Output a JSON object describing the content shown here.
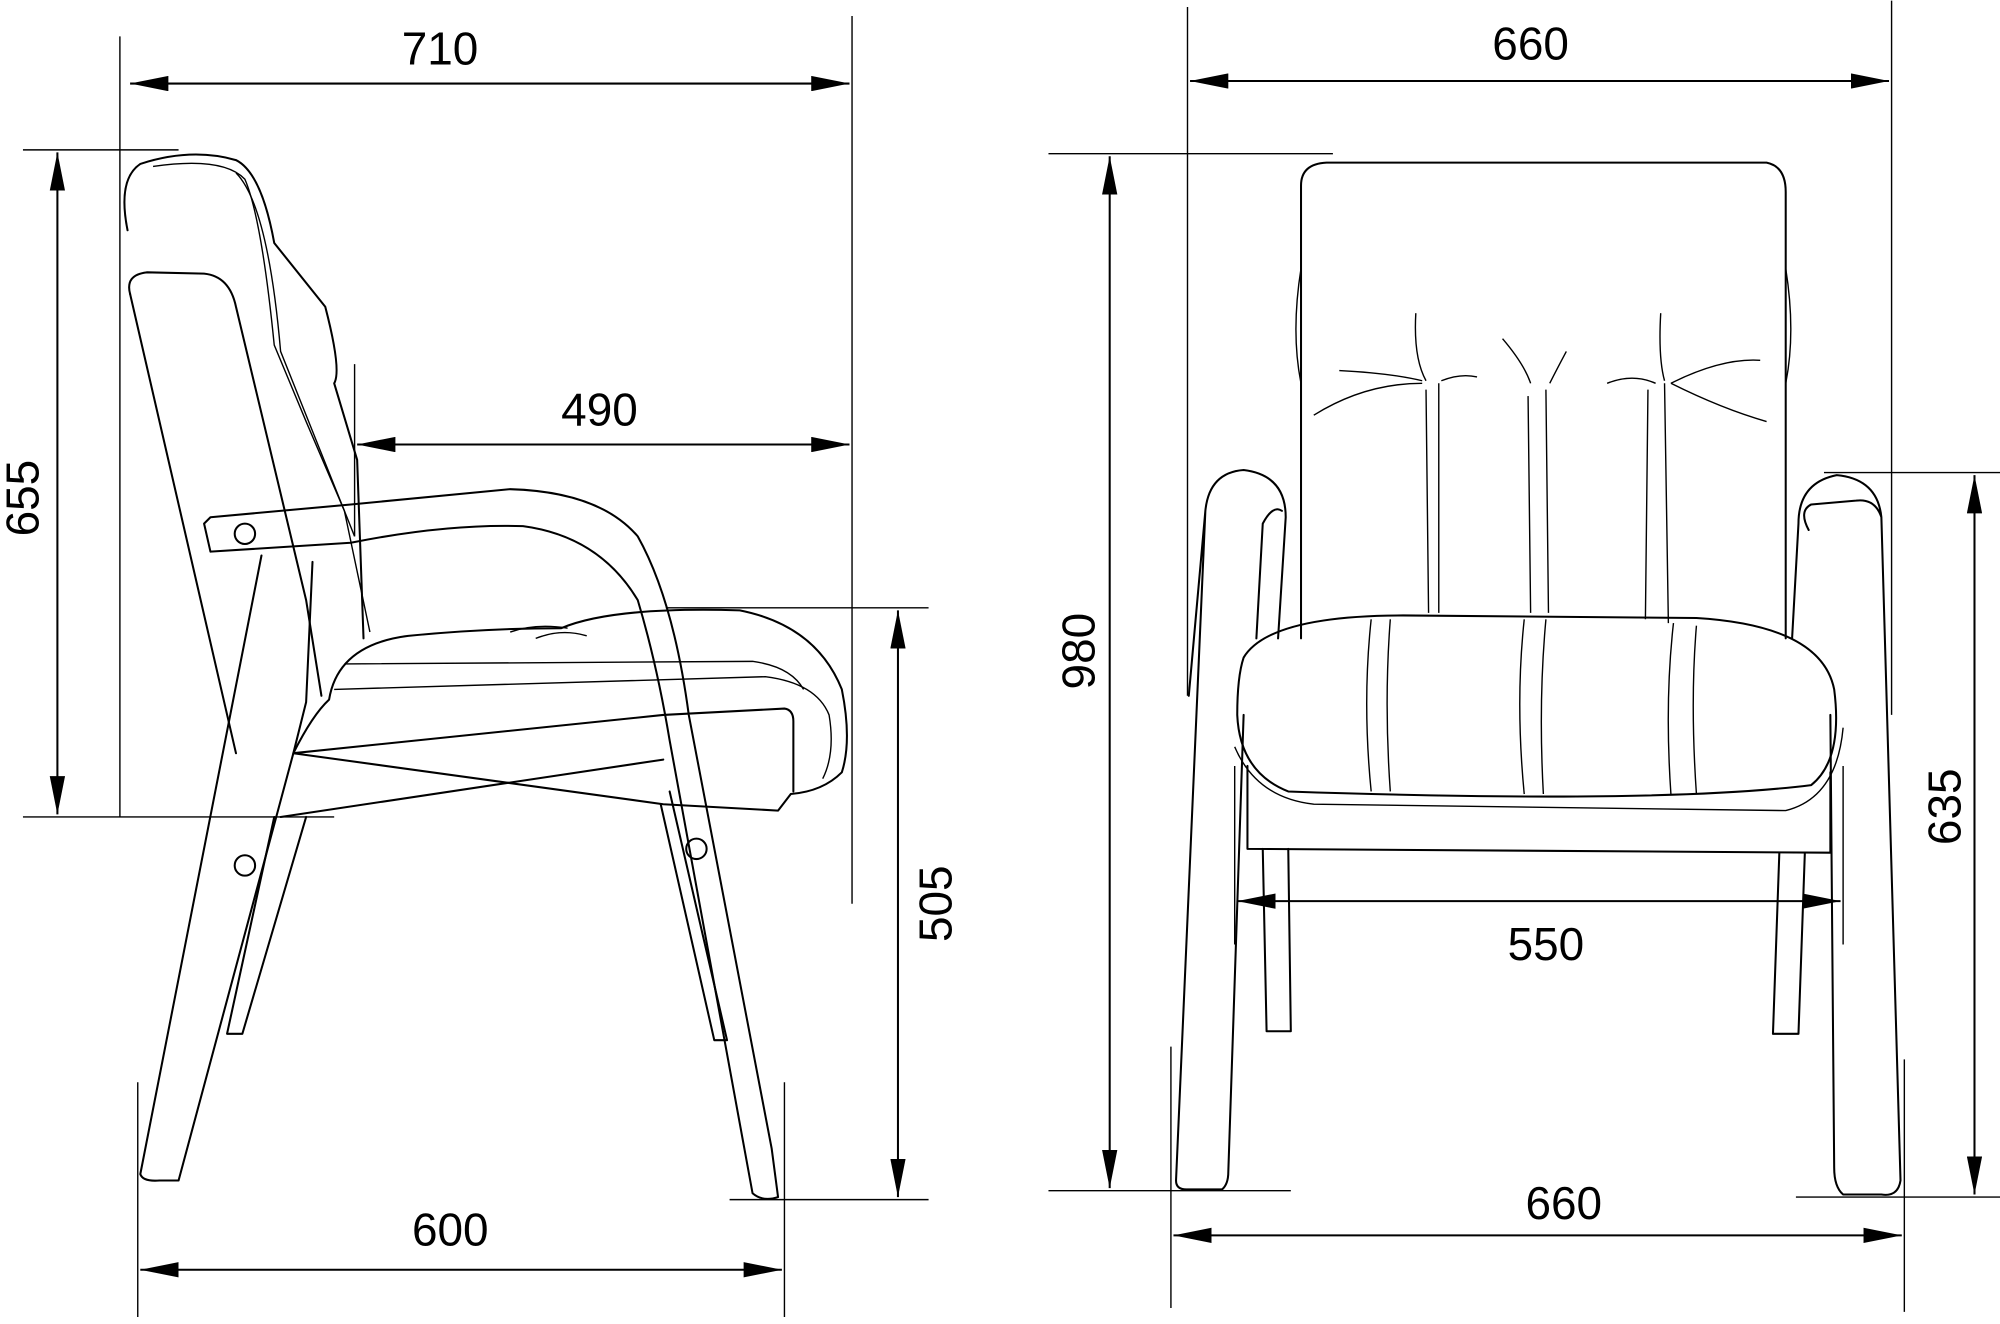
{
  "side_view": {
    "overall_depth": "710",
    "seat_depth": "490",
    "back_height": "655",
    "seat_height": "505",
    "base_depth": "600"
  },
  "front_view": {
    "top_width": "660",
    "total_height": "980",
    "arm_height": "635",
    "seat_width": "550",
    "base_width": "660"
  }
}
